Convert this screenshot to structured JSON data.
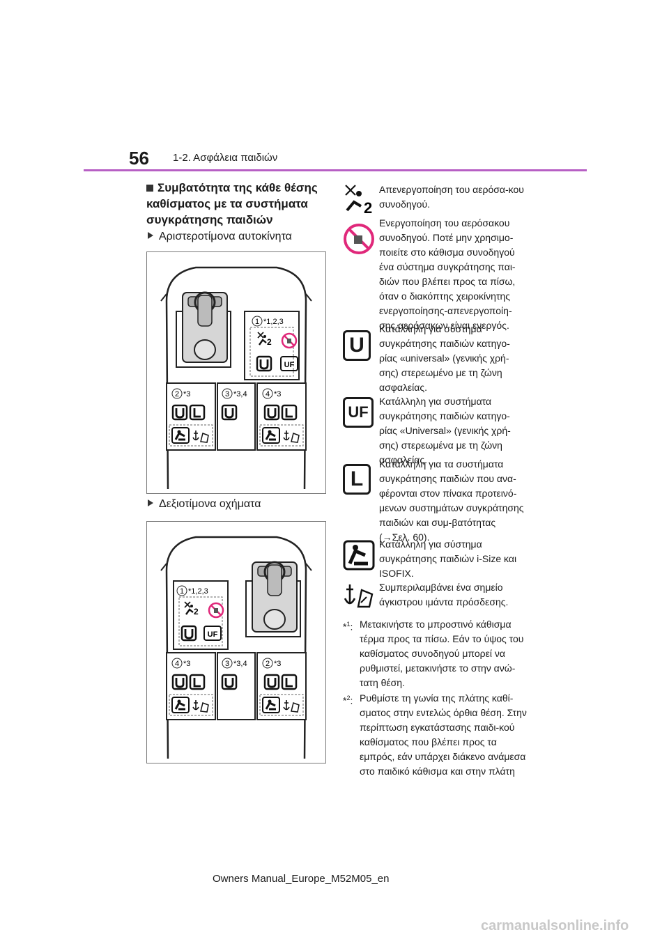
{
  "header": {
    "page_number": "56",
    "section": "1-2. Ασφάλεια παιδιών"
  },
  "heading": "Συμβατότητα της κάθε θέσης καθίσματος με τα συστήματα συγκράτησης παιδιών",
  "left_drive": {
    "title": "Αριστεροτίμονα αυτοκίνητα",
    "seats": [
      {
        "num": "1",
        "note": "*1,2,3"
      },
      {
        "num": "2",
        "note": "*3"
      },
      {
        "num": "3",
        "note": "*3,4"
      },
      {
        "num": "4",
        "note": "*3"
      }
    ]
  },
  "right_drive": {
    "title": "Δεξιοτίμονα οχήματα",
    "seats": [
      {
        "num": "1",
        "note": "*1,2,3"
      },
      {
        "num": "4",
        "note": "*3"
      },
      {
        "num": "3",
        "note": "*3,4"
      },
      {
        "num": "2",
        "note": "*3"
      }
    ]
  },
  "symbols": {
    "u": "U",
    "uf": "UF",
    "l": "L",
    "two": "2"
  },
  "legend": [
    {
      "icon": "airbag-off-icon",
      "text": "Απενεργοποίηση του αερόσα-κου συνοδηγού."
    },
    {
      "icon": "rear-facing-prohibited-icon",
      "text": "Ενεργοποίηση του αερόσακου συνοδηγού. Ποτέ μην χρησιμο-ποιείτε στο κάθισμα συνοδηγού ένα σύστημα συγκράτησης παι-διών που βλέπει προς τα πίσω, όταν ο διακόπτης χειροκίνητης ενεργοποίησης-απενεργοποίη-σης αερόσακων είναι ενεργός."
    },
    {
      "icon": "universal-icon",
      "label": "U",
      "text": "Κατάλληλη για σύστημα συγκράτησης παιδιών κατηγο-ρίας «universal» (γενικής χρή-σης) στερεωμένο με τη ζώνη ασφαλείας."
    },
    {
      "icon": "universal-front-icon",
      "label": "UF",
      "text": "Κατάλληλη για συστήματα συγκράτησης παιδιών κατηγο-ρίας «Universal» (γενικής χρή-σης) στερεωμένα με τη ζώνη ασφαλείας."
    },
    {
      "icon": "limited-icon",
      "label": "L",
      "text": "Κατάλληλη για τα συστήματα συγκράτησης παιδιών που ανα-φέρονται στον πίνακα προτεινό-μενων συστημάτων συγκράτησης παιδιών και συμ-βατότητας (→Σελ. 60)."
    },
    {
      "icon": "isize-isofix-icon",
      "text": "Κατάλληλη για σύστημα συγκράτησης παιδιών i-Size και ISOFIX."
    },
    {
      "icon": "anchor-icon",
      "text": "Συμπεριλαμβάνει ένα σημείο άγκιστρου ιμάντα πρόσδεσης."
    }
  ],
  "notes": [
    {
      "mark": "1",
      "text": "Μετακινήστε το μπροστινό κάθισμα τέρμα προς τα πίσω. Εάν το ύψος του καθίσματος συνοδηγού μπορεί να ρυθμιστεί, μετακινήστε το στην ανώ-τατη θέση."
    },
    {
      "mark": "2",
      "text": "Ρυθμίστε τη γωνία της πλάτης καθί-σματος στην εντελώς όρθια θέση. Στην περίπτωση εγκατάστασης παιδι-κού καθίσματος που βλέπει προς τα εμπρός, εάν υπάρχει διάκενο ανάμεσα στο παιδικό κάθισμα και στην πλάτη"
    }
  ],
  "footer": "Owners Manual_Europe_M52M05_en",
  "watermark": "carmanualsonline.info",
  "colors": {
    "accent": "#b75fc4",
    "prohibited": "#e0287a"
  }
}
